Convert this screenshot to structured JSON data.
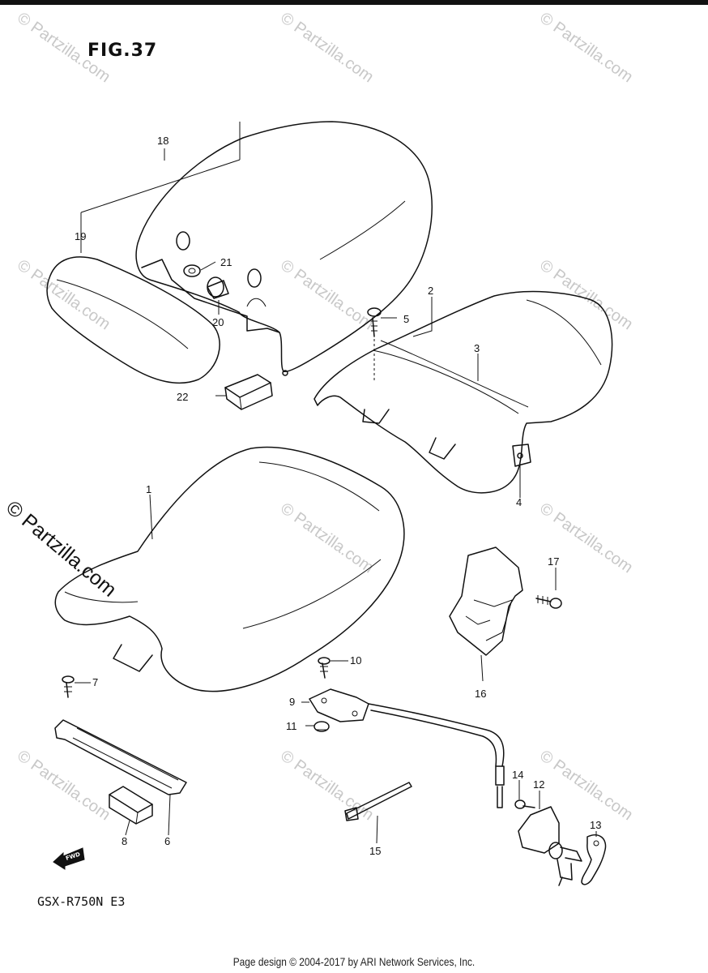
{
  "figure": {
    "title": "FIG.37",
    "model": "GSX-R750N E3"
  },
  "watermark": {
    "text": "© Partzilla.com",
    "side_text": "© Partzilla.com"
  },
  "fwd_badge": "FWD",
  "footer": "Page design © 2004-2017 by ARI Network Services, Inc.",
  "callouts": {
    "p1": "1",
    "p2": "2",
    "p3": "3",
    "p4": "4",
    "p5": "5",
    "p6": "6",
    "p7": "7",
    "p8": "8",
    "p9": "9",
    "p10": "10",
    "p11": "11",
    "p12": "12",
    "p13": "13",
    "p14": "14",
    "p15": "15",
    "p16": "16",
    "p17": "17",
    "p18": "18",
    "p19": "19",
    "p20": "20",
    "p21": "21",
    "p22": "22"
  }
}
